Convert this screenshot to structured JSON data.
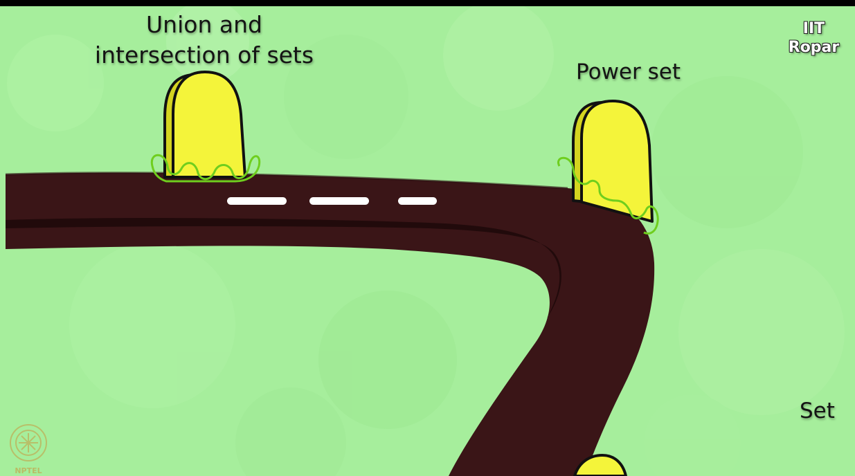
{
  "milestones": {
    "union": {
      "label": "Union and\nintersection of sets"
    },
    "power": {
      "label": "Power set"
    },
    "set": {
      "label": "Set"
    }
  },
  "branding": {
    "institute": "IIT\nRopar",
    "logo": "NPTEL"
  },
  "colors": {
    "grass": "#a6ee9c",
    "road": "#3a1517",
    "road_marking": "#ffffff",
    "milestone": "#f4f43a",
    "tuft": "#6fce1e"
  }
}
